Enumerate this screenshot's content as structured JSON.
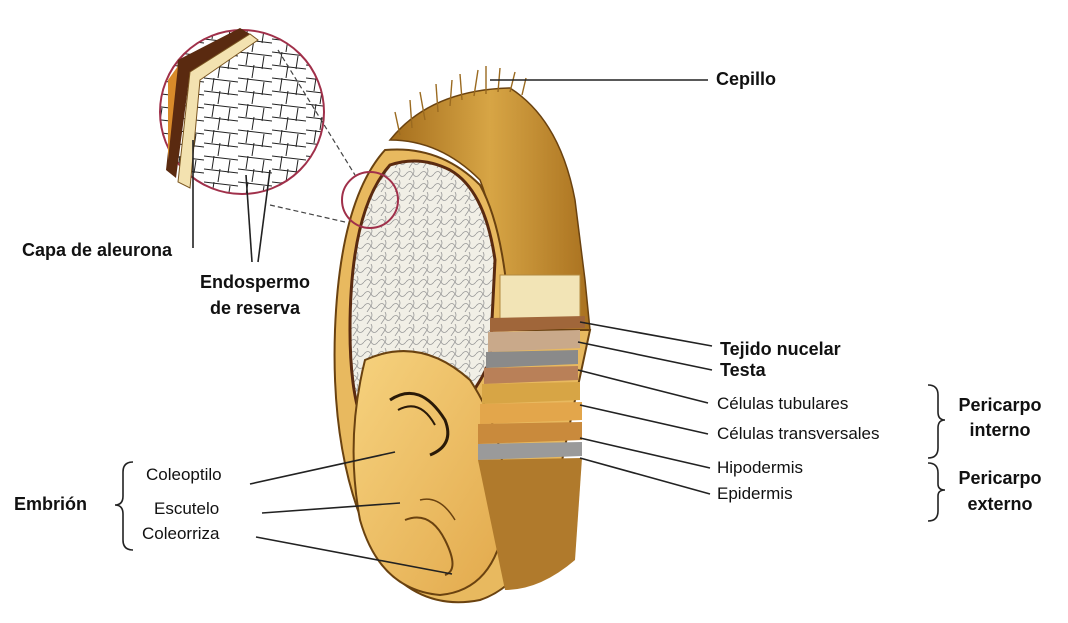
{
  "labels": {
    "cepillo": "Cepillo",
    "capa_aleurona": "Capa de aleurona",
    "endospermo_line1": "Endospermo",
    "endospermo_line2": "de reserva",
    "tejido_nucelar": "Tejido nucelar",
    "testa": "Testa",
    "celulas_tubulares": "Células tubulares",
    "celulas_transversales": "Células transversales",
    "hipodermis": "Hipodermis",
    "epidermis": "Epidermis",
    "pericarpo_interno_line1": "Pericarpo",
    "pericarpo_interno_line2": "interno",
    "pericarpo_externo_line1": "Pericarpo",
    "pericarpo_externo_line2": "externo",
    "embrion": "Embrión",
    "coleoptilo": "Coleoptilo",
    "escutelo": "Escutelo",
    "coleorriza": "Coleorriza"
  },
  "colors": {
    "hull": "#c9952e",
    "hull_dark": "#8a5a16",
    "endosperm": "#f1efe6",
    "embryo": "#f0c06a",
    "aleurone": "#5a2a10",
    "callout_circle": "#a0304a",
    "leader": "#222222"
  }
}
